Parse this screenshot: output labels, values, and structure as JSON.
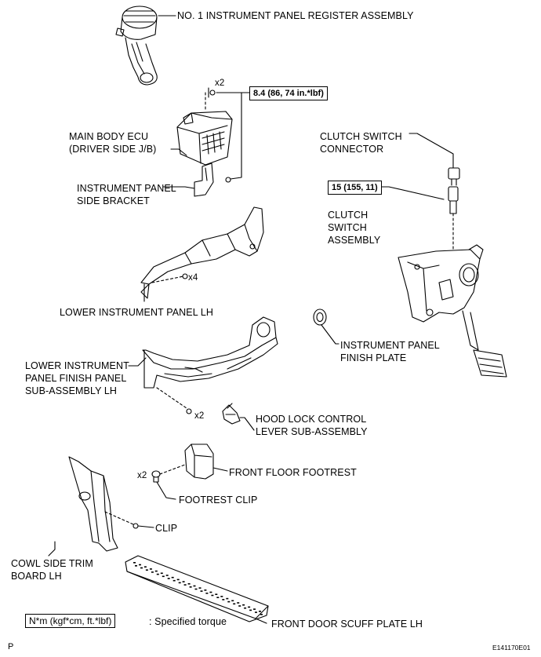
{
  "labels": {
    "register": "NO. 1 INSTRUMENT PANEL REGISTER ASSEMBLY",
    "x2_top": "x2",
    "torque_box_1": "8.4 (86, 74 in.*lbf)",
    "main_body_ecu": "MAIN BODY ECU\n(DRIVER SIDE J/B)",
    "side_bracket": "INSTRUMENT PANEL\nSIDE BRACKET",
    "clutch_switch_connector": "CLUTCH SWITCH\nCONNECTOR",
    "torque_box_2": "15 (155, 11)",
    "clutch_switch_assembly": "CLUTCH\nSWITCH\nASSEMBLY",
    "x4": "x4",
    "lower_panel_lh": "LOWER INSTRUMENT PANEL LH",
    "finish_plate": "INSTRUMENT PANEL\nFINISH PLATE",
    "finish_panel": "LOWER INSTRUMENT\nPANEL FINISH PANEL\nSUB-ASSEMBLY LH",
    "x2_mid": "x2",
    "hood_lock": "HOOD LOCK CONTROL\nLEVER SUB-ASSEMBLY",
    "x2_foot": "x2",
    "front_floor_footrest": "FRONT FLOOR FOOTREST",
    "footrest_clip": "FOOTREST CLIP",
    "clip": "CLIP",
    "cowl_side": "COWL SIDE TRIM\nBOARD LH",
    "legend_box": "N*m (kgf*cm, ft.*lbf)",
    "legend_text": ": Specified torque",
    "scuff_plate": "FRONT DOOR SCUFF PLATE LH",
    "corner_p": "P",
    "figure_id": "E141170E01"
  },
  "colors": {
    "line": "#000000",
    "background": "#ffffff",
    "part_fill": "#ffffff",
    "shade": "#cfcfcf"
  }
}
